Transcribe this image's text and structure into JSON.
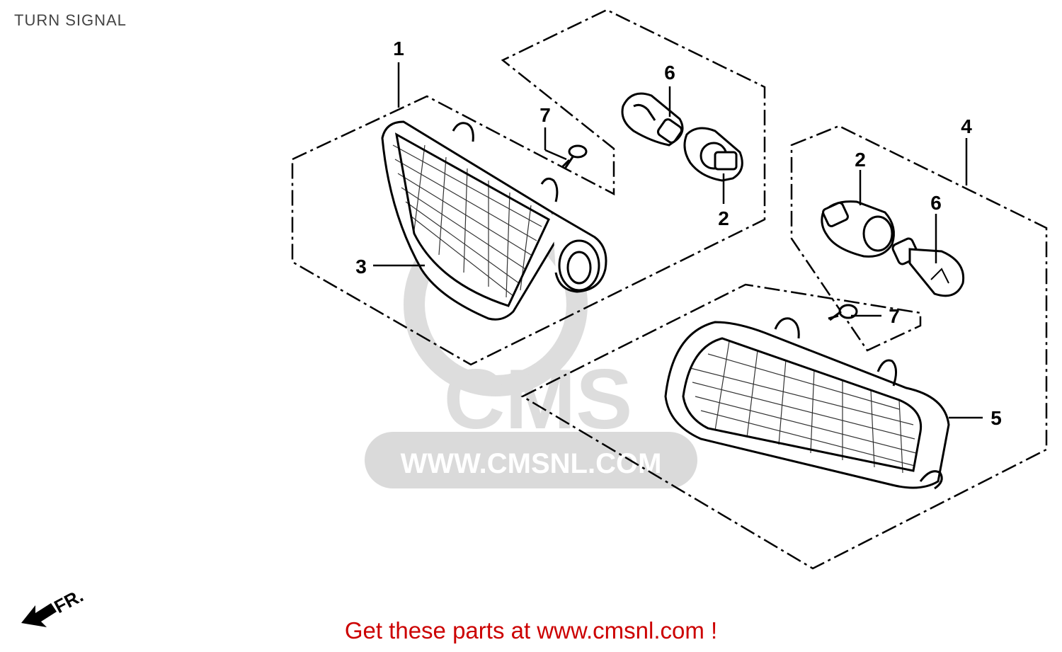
{
  "page": {
    "title": "TURN SIGNAL",
    "footer": "Get these parts at www.cmsnl.com !"
  },
  "watermark": {
    "brand": "CMS",
    "url": "WWW.CMSNL.COM"
  },
  "direction_marker": "FR.",
  "callouts": [
    "1",
    "2",
    "2",
    "3",
    "4",
    "5",
    "6",
    "6",
    "7",
    "7"
  ],
  "colors": {
    "footer_text": "#cc0000",
    "line_art": "#000000",
    "watermark": "#d9d9d9",
    "title_text": "#444444"
  }
}
